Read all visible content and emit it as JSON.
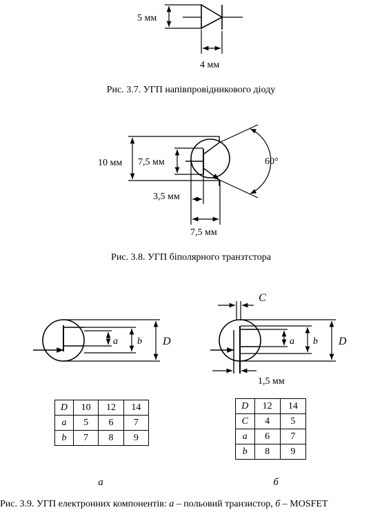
{
  "fig37": {
    "dim_height": "5 мм",
    "dim_width": "4 мм",
    "caption": "Рис. 3.7. УГП напівпровідникового діоду"
  },
  "fig38": {
    "dim_outer": "10 мм",
    "dim_inner": "7,5 мм",
    "dim_small_width": "3,5 мм",
    "dim_width": "7,5 мм",
    "angle": "60°",
    "caption": "Рис. 3.8. УГП біполярного транзтстора"
  },
  "fig39": {
    "left": {
      "label_a": "a",
      "label_b": "b",
      "label_D": "D",
      "sublabel": "а",
      "table": {
        "rows": [
          [
            "D",
            "10",
            "12",
            "14"
          ],
          [
            "a",
            "5",
            "6",
            "7"
          ],
          [
            "b",
            "7",
            "8",
            "9"
          ]
        ]
      }
    },
    "right": {
      "label_C": "C",
      "label_a": "a",
      "label_b": "b",
      "label_D": "D",
      "dim_gap": "1,5 мм",
      "sublabel": "б",
      "table": {
        "rows": [
          [
            "D",
            "12",
            "14"
          ],
          [
            "C",
            "4",
            "5"
          ],
          [
            "a",
            "6",
            "7"
          ],
          [
            "b",
            "8",
            "9"
          ]
        ]
      }
    },
    "caption_prefix": "Рис. 3.9. УГП електронних компонентів: ",
    "caption_a": "а",
    "caption_mid": " – польовий транзистор, ",
    "caption_b": "б",
    "caption_suffix": " – MOSFET"
  }
}
